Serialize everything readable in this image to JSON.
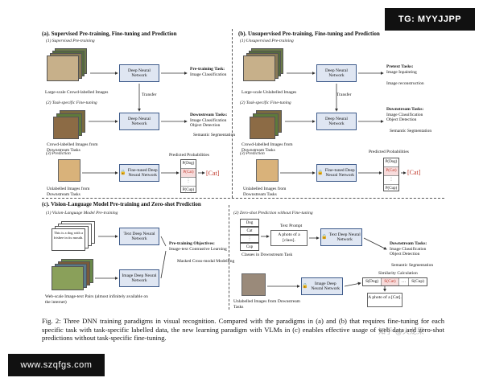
{
  "watermark_top": "TG: MYYJJPP",
  "watermark_bottom": "www.szqfgs.com",
  "watermark_faint": "知乎 @火龙果",
  "panel_a": {
    "title": "(a). Supervised Pre-training, Fine-tuning and Prediction",
    "step1": "(1) Supervised Pre-training",
    "step2": "(2) Task-specific Fine-tuning",
    "step3": "(3) Prediction",
    "pretrain_images": "Large-scale Crowd-labelled Images",
    "network": "Deep Neural Network",
    "pretrain_task_title": "Pre-training Task:",
    "pretrain_task": "Image Classification",
    "transfer": "Transfer",
    "finetune_images": "Crowd-labelled Images from Downstream Tasks",
    "downstream_title": "Downstream Tasks:",
    "downstream_1": "Image Classification",
    "downstream_2": "Object Detection",
    "downstream_3": "Semantic Segmentation",
    "predict_images": "Unlabelled Images from Downstream Tasks",
    "finetuned_network": "Fine-tuned Deep Neural Network",
    "prob_title": "Predicted Probabilities",
    "prob_1": "P(Dog)",
    "prob_2": "P(Cat)",
    "prob_3": "⋮",
    "prob_4": "P(Cup)",
    "prediction": "[Cat]"
  },
  "panel_b": {
    "title": "(b). Unsupervised Pre-training, Fine-tuning and Prediction",
    "step1": "(1) Unsupervised Pre-training",
    "step2": "(2) Task-specific Fine-tuning",
    "step3": "(3) Prediction",
    "pretrain_images": "Large-scale Unlabelled Images",
    "network": "Deep Neural Network",
    "pretext_title": "Pretext Tasks:",
    "pretext_1": "Image Inpainting",
    "pretext_2": "Image reconstruction",
    "transfer": "Transfer",
    "finetune_images": "Crowd-labelled Images from Downstream Tasks",
    "downstream_title": "Downstream Tasks:",
    "downstream_1": "Image Classification",
    "downstream_2": "Object Detection",
    "downstream_3": "Semantic Segmentation",
    "predict_images": "Unlabelled Images from Downstream Tasks",
    "finetuned_network": "Fine-tuned Deep Neural Network",
    "prob_title": "Predicted Probabilities",
    "prob_1": "P(Dog)",
    "prob_2": "P(Cat)",
    "prob_3": "⋮",
    "prob_4": "P(Cup)",
    "prediction": "[Cat]"
  },
  "panel_c": {
    "title": "(c). Vision-Language Model Pre-training and Zero-shot Prediction",
    "step1": "(1) Vision-Language Model Pre-training",
    "step2": "(2) Zero-shot Prediction without Fine-tuning",
    "text_sample": "This is a dog with a frisbee in its mouth.",
    "text_network": "Text Deep Neural Network",
    "objectives_title": "Pre-training Objectives:",
    "objective_1": "Image-text Contrastive Learning",
    "objective_2": "Masked Cross-modal Modelling",
    "image_network": "Image Deep Neural Network",
    "web_pairs": "Web-scale Image-text Pairs (almost infinitely available on the internet)",
    "classes": [
      "Dog",
      "Cat",
      "⋮",
      "Cup"
    ],
    "classes_caption": "Classes in Downstream Task",
    "text_prompt_title": "Text Prompt",
    "text_prompt": "A photo of a [class].",
    "zs_text_network": "Text Deep Neural Network",
    "downstream_title": "Downstream Tasks:",
    "downstream_1": "Image Classification",
    "downstream_2": "Object Detection",
    "downstream_3": "Semantic Segmentation",
    "similarity_title": "Similarity Calculation",
    "sim_1": "S(Dog)",
    "sim_2": "S(Cat)",
    "sim_3": "…",
    "sim_4": "S(Cup)",
    "zs_image_network": "Image Deep Neural Network",
    "unlabelled": "Unlabelled Images from Downstream Tasks",
    "result": "A photo of a [Cat]."
  },
  "caption": "Fig. 2: Three DNN training paradigms in visual recognition. Compared with the paradigms in (a) and (b) that requires fine-tuning for each specific task with task-specific labelled data, the new learning paradigm with VLMs in (c) enables effective usage of web data and zero-shot predictions without task-specific fine-tuning.",
  "colors": {
    "network_fill": "#dfe6f2",
    "network_border": "#3d5a8a",
    "highlight": "#c0392b",
    "watermark_bg": "#111111"
  }
}
